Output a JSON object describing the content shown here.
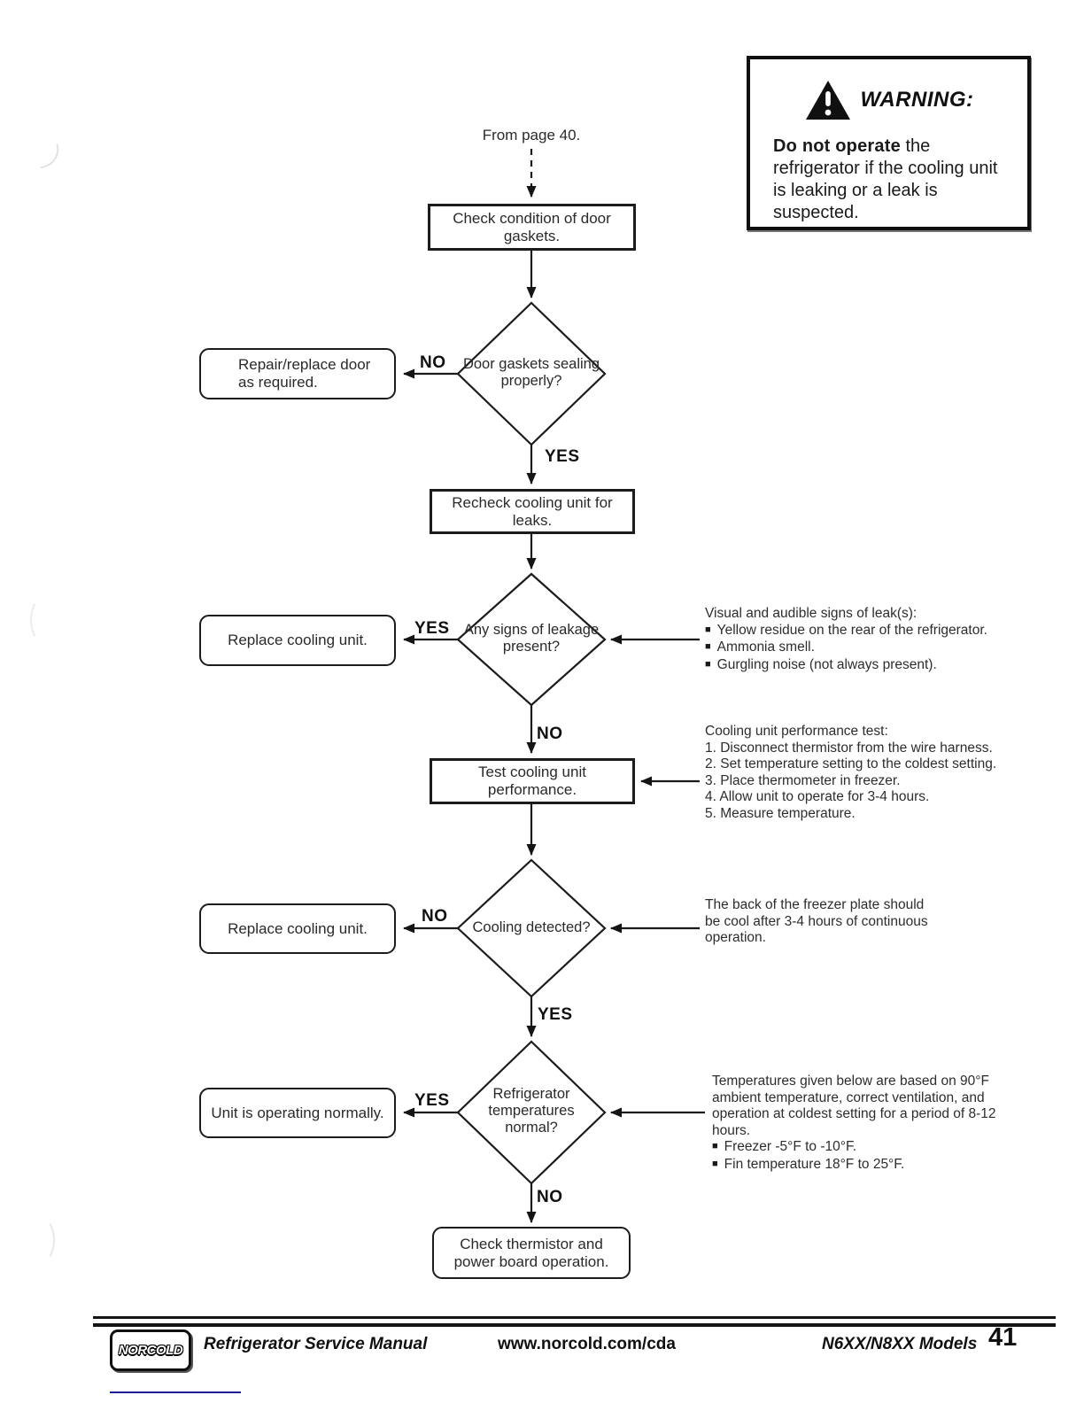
{
  "glyphs": {
    "square_bullet": "■"
  },
  "header": {
    "from_label": "From page 40."
  },
  "warning": {
    "title": "WARNING:",
    "lead": "Do not operate",
    "rest": "the refrigerator if the cooling unit is leaking or a leak is suspected."
  },
  "flow": {
    "process_check_gaskets": "Check condition of door gaskets.",
    "decision_gaskets": "Door gaskets sealing properly?",
    "action_repair_door": "Repair/replace door as required.",
    "process_recheck_leaks": "Recheck cooling unit for leaks.",
    "decision_leakage": "Any signs of leakage present?",
    "action_replace_cooling_1": "Replace cooling unit.",
    "process_test_performance": "Test cooling unit performance.",
    "decision_cooling_detected": "Cooling detected?",
    "action_replace_cooling_2": "Replace cooling unit.",
    "decision_temps_normal": "Refrigerator temperatures normal?",
    "action_operating_normally": "Unit is operating normally.",
    "process_check_thermistor": "Check thermistor and power board operation.",
    "labels": {
      "no1": "NO",
      "yes1": "YES",
      "yes2": "YES",
      "no2": "NO",
      "no3": "NO",
      "yes3": "YES",
      "yes4": "YES",
      "no4": "NO"
    }
  },
  "annotations": {
    "leak_signs": {
      "title": "Visual and audible signs of leak(s):",
      "items": [
        "Yellow residue on the rear of the refrigerator.",
        "Ammonia smell.",
        "Gurgling noise (not always present)."
      ]
    },
    "perf_test": {
      "title": "Cooling unit performance test:",
      "items": [
        "1. Disconnect thermistor from the wire harness.",
        "2. Set temperature setting to the coldest setting.",
        "3. Place thermometer in freezer.",
        "4. Allow unit to operate for 3-4 hours.",
        "5. Measure temperature."
      ]
    },
    "freezer_plate": "The back of the freezer plate should be cool after 3-4 hours of continuous operation.",
    "temps": {
      "intro": "Temperatures given below are based on 90°F ambient temperature, correct ventilation, and operation at coldest setting for a period of 8-12 hours.",
      "items": [
        "Freezer -5°F to -10°F.",
        "Fin temperature 18°F to 25°F."
      ]
    }
  },
  "footer": {
    "logo_text": "NORCOLD",
    "manual_title": "Refrigerator Service Manual",
    "url": "www.norcold.com/cda",
    "models": "N6XX/N8XX Models",
    "page_number": "41"
  }
}
